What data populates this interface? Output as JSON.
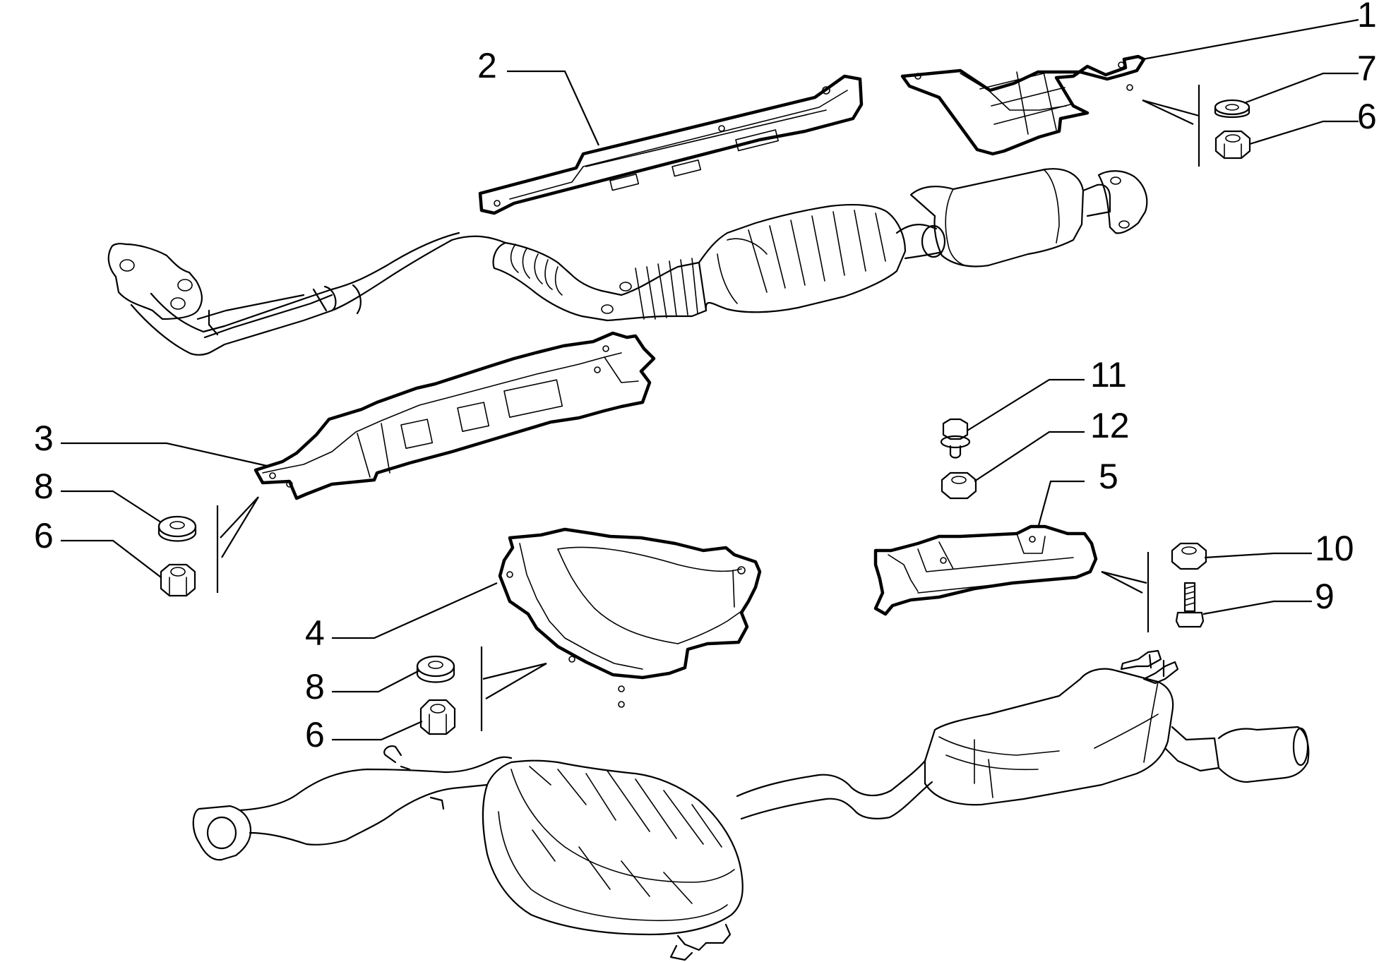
{
  "callouts": [
    "1",
    "2",
    "3",
    "4",
    "5",
    "6",
    "7",
    "8",
    "9",
    "10",
    "11",
    "12"
  ],
  "labels": {
    "c1": "1",
    "c2": "2",
    "c3": "3",
    "c4": "4",
    "c5": "5",
    "c6a": "6",
    "c6b": "6",
    "c6c": "6",
    "c7": "7",
    "c8a": "8",
    "c8b": "8",
    "c9": "9",
    "c10": "10",
    "c11": "11",
    "c12": "12"
  }
}
